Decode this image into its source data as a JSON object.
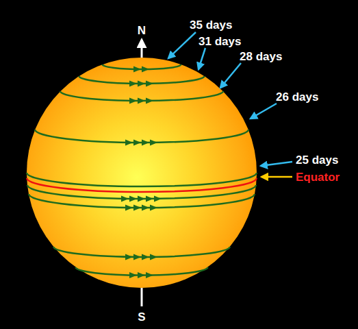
{
  "diagram": {
    "labels": [
      "N",
      "35 days",
      "31 days",
      "28 days",
      "26 days",
      "25 days",
      "Equator",
      "S"
    ]
  }
}
